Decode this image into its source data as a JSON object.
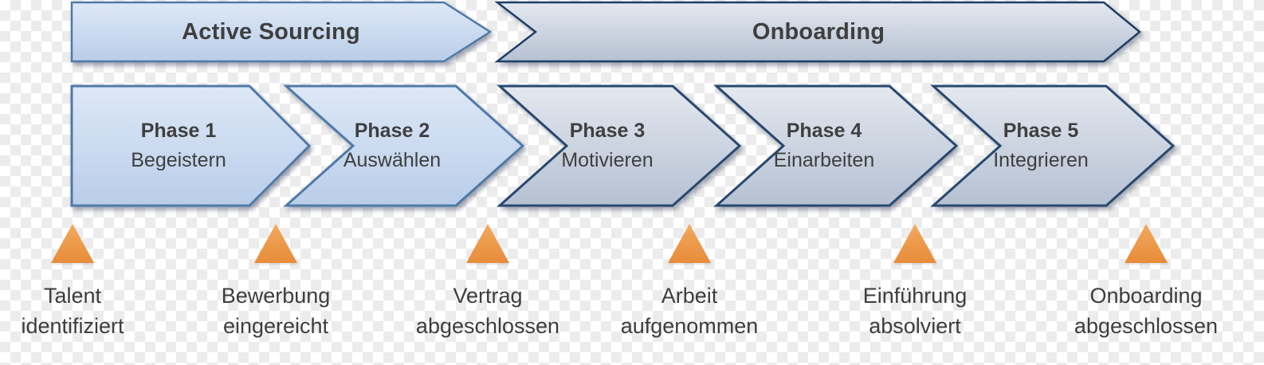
{
  "diagram": {
    "headers": [
      {
        "label": "Active Sourcing"
      },
      {
        "label": "Onboarding"
      }
    ],
    "phases": [
      {
        "title": "Phase 1",
        "subtitle": "Begeistern"
      },
      {
        "title": "Phase 2",
        "subtitle": "Auswählen"
      },
      {
        "title": "Phase 3",
        "subtitle": "Motivieren"
      },
      {
        "title": "Phase 4",
        "subtitle": "Einarbeiten"
      },
      {
        "title": "Phase 5",
        "subtitle": "Integrieren"
      }
    ],
    "milestones": [
      {
        "line1": "Talent",
        "line2": "identifiziert"
      },
      {
        "line1": "Bewerbung",
        "line2": "eingereicht"
      },
      {
        "line1": "Vertrag",
        "line2": "abgeschlossen"
      },
      {
        "line1": "Arbeit",
        "line2": "aufgenommen"
      },
      {
        "line1": "Einführung",
        "line2": "absolviert"
      },
      {
        "line1": "Onboarding",
        "line2": "abgeschlossen"
      }
    ],
    "colors": {
      "light_blue_top": "#dde8f6",
      "light_blue_bottom": "#b9cde9",
      "light_border": "#4f7aa8",
      "gray_blue_top": "#e4e8ef",
      "gray_blue_bottom": "#b5c0d2",
      "dark_border": "#1e3f66",
      "phase_dark_border": "#27496f",
      "orange_top": "#f2a85e",
      "orange_bottom": "#e78c39",
      "text": "#3f3f3f"
    }
  }
}
